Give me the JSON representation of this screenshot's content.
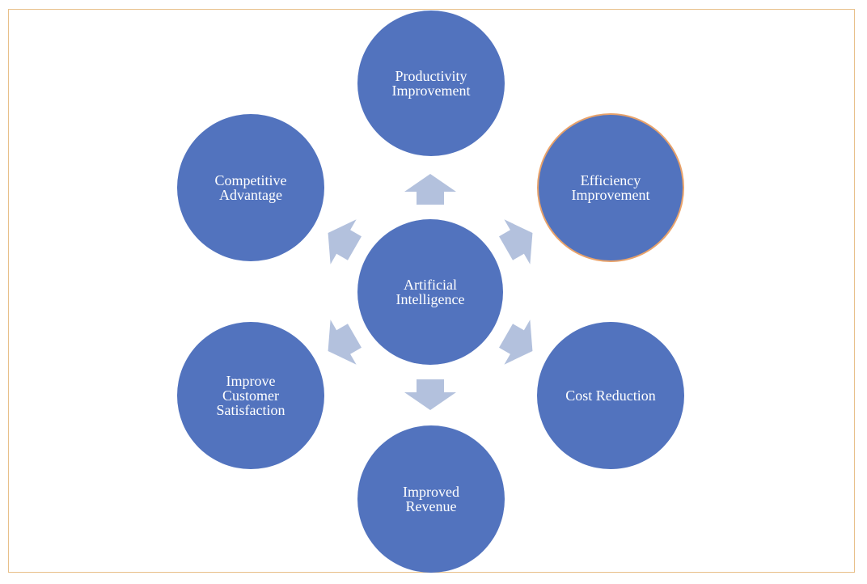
{
  "diagram": {
    "center": {
      "label": "Artificial\nIntelligence"
    },
    "nodes": [
      {
        "id": "productivity",
        "label": "Productivity\nImprovement"
      },
      {
        "id": "efficiency",
        "label": "Efficiency\nImprovement"
      },
      {
        "id": "cost",
        "label": "Cost Reduction"
      },
      {
        "id": "revenue",
        "label": "Improved\nRevenue"
      },
      {
        "id": "customer",
        "label": "Improve\nCustomer\nSatisfaction"
      },
      {
        "id": "competitive",
        "label": "Competitive\nAdvantage"
      }
    ],
    "colors": {
      "circle_fill": "#5273BE",
      "arrow_fill": "#B3C1DD",
      "frame_border": "#E8C08A",
      "highlight_border": "#E8A26A",
      "text": "#FFFFFF"
    }
  }
}
